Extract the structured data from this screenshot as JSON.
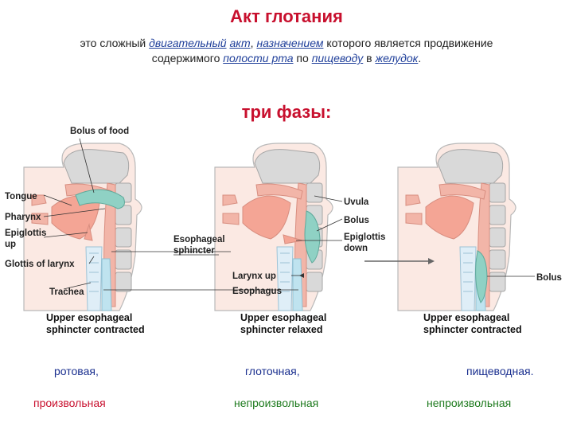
{
  "title": "Акт глотания",
  "intro": {
    "p1": "это сложный ",
    "link1": "двигательный",
    "p2": " ",
    "link2": "акт",
    "p3": ", ",
    "link3": "назначением",
    "p4": " которого является продвижение",
    "p5": "содержимого ",
    "link4": "полости рта",
    "p6": " по ",
    "link5": "пищеводу",
    "p7": " в ",
    "link6": "желудок",
    "p8": "."
  },
  "phases_title": "три фазы:",
  "diagram": {
    "labels": {
      "bolus_of_food": "Bolus of food",
      "tongue": "Tongue",
      "pharynx": "Pharynx",
      "epiglottis_up_1": "Epiglottis",
      "epiglottis_up_2": "up",
      "glottis": "Glottis of larynx",
      "trachea": "Trachea",
      "esophageal_1": "Esophageal",
      "esophageal_2": "sphincter",
      "uvula": "Uvula",
      "bolus_mid": "Bolus",
      "epiglottis_down_1": "Epiglottis",
      "epiglottis_down_2": "down",
      "larynx_up": "Larynx up",
      "esophagus": "Esophagus",
      "bolus_right": "Bolus"
    },
    "captions": [
      {
        "l1": "Upper esophageal",
        "l2": "sphincter contracted"
      },
      {
        "l1": "Upper esophageal",
        "l2": "sphincter relaxed"
      },
      {
        "l1": "Upper esophageal",
        "l2": "sphincter contracted"
      }
    ]
  },
  "phases": [
    {
      "name": "ротовая,",
      "type": "произвольная"
    },
    {
      "name": "глоточная,",
      "type": "непроизвольная"
    },
    {
      "name": "пищеводная.",
      "type": "непроизвольная"
    }
  ],
  "colors": {
    "title": "#c8102e",
    "link": "#1f3f9a",
    "tissue": "#f2b5a8",
    "bone": "#d9d9d9",
    "bolus": "#8fd1c4",
    "esophagus": "#bfe3ef"
  }
}
